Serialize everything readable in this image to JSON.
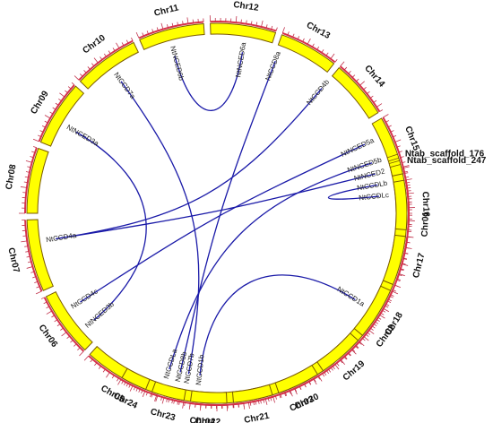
{
  "colors": {
    "ideogram_fill": "#ffff00",
    "ideogram_stroke": "#7a5a00",
    "tick": "#c0304a",
    "outer_ring": "#d8324a",
    "link": "#1a1aa8"
  },
  "chromosomes": [
    {
      "name": "Chr01",
      "start": 76,
      "end": 110
    },
    {
      "name": "Chr02",
      "start": 112,
      "end": 140
    },
    {
      "name": "Chr03",
      "start": 142,
      "end": 170
    },
    {
      "name": "Chr04",
      "start": 172,
      "end": 196
    },
    {
      "name": "Chr05",
      "start": 198,
      "end": 222
    },
    {
      "name": "Chr06",
      "start": 224,
      "end": 244
    },
    {
      "name": "Chr07",
      "start": 246,
      "end": 268
    },
    {
      "name": "Chr08",
      "start": 270,
      "end": 290
    },
    {
      "name": "Chr09",
      "start": 292,
      "end": 312
    },
    {
      "name": "Chr10",
      "start": 314,
      "end": 334
    },
    {
      "name": "Chr11",
      "start": 336,
      "end": 356
    },
    {
      "name": "Chr12",
      "start": 358,
      "end": 378
    },
    {
      "name": "Chr13",
      "start": 380,
      "end": 398
    },
    {
      "name": "Chr14",
      "start": 400,
      "end": 418
    },
    {
      "name": "Chr15",
      "start": 420,
      "end": 438
    },
    {
      "name": "Chr16",
      "start": 440,
      "end": 455
    },
    {
      "name": "Chr17",
      "start": 457,
      "end": 472
    },
    {
      "name": "Chr18",
      "start": 474,
      "end": 490
    },
    {
      "name": "Chr19",
      "start": 492,
      "end": 506
    },
    {
      "name": "Chr20",
      "start": 508,
      "end": 521
    },
    {
      "name": "Chr21",
      "start": 523,
      "end": 535
    },
    {
      "name": "Chr22",
      "start": 537,
      "end": 548
    },
    {
      "name": "Chr23",
      "start": 550,
      "end": 560
    },
    {
      "name": "Chr24",
      "start": 562,
      "end": 570
    }
  ],
  "scaffolds": [
    {
      "name": "Ntab_scaffold_176",
      "angle": 72.5
    },
    {
      "name": "Ntab_scaffold_247",
      "angle": 74.5
    }
  ],
  "genes": [
    {
      "name": "NtNCED6a",
      "angle": 9
    },
    {
      "name": "NtCCD8a",
      "angle": 21
    },
    {
      "name": "NtNCED6b",
      "angle": 345
    },
    {
      "name": "NtCCD7a",
      "angle": 324
    },
    {
      "name": "NtCCD4b",
      "angle": 40
    },
    {
      "name": "NtNCED3a",
      "angle": 300
    },
    {
      "name": "NtNCED5a",
      "angle": 65
    },
    {
      "name": "NtNCED5b",
      "angle": 72
    },
    {
      "name": "NtNCED2",
      "angle": 76
    },
    {
      "name": "NtCCDLb",
      "angle": 80
    },
    {
      "name": "NtCCDLc",
      "angle": 84
    },
    {
      "name": "NtCCD1a",
      "angle": 122
    },
    {
      "name": "NtCCD4a",
      "angle": 261
    },
    {
      "name": "NtCCD4c",
      "angle": 237
    },
    {
      "name": "NtNCED3b",
      "angle": 229
    },
    {
      "name": "NtCCDLa",
      "angle": 197
    },
    {
      "name": "NtCCD8b",
      "angle": 193
    },
    {
      "name": "NtCCD7b",
      "angle": 190
    },
    {
      "name": "NtCCD1b",
      "angle": 186
    }
  ],
  "links": [
    {
      "from": "NtNCED6a",
      "to": "NtNCED6b"
    },
    {
      "from": "NtCCD7a",
      "to": "NtCCD7b"
    },
    {
      "from": "NtNCED3a",
      "to": "NtNCED3b"
    },
    {
      "from": "NtCCD4b",
      "to": "NtCCD4a"
    },
    {
      "from": "NtNCED5a",
      "to": "NtCCD4c"
    },
    {
      "from": "NtCCD8a",
      "to": "NtCCD8b"
    },
    {
      "from": "NtNCED5b",
      "to": "NtCCDLa"
    },
    {
      "from": "NtNCED2",
      "to": "NtCCD4a"
    },
    {
      "from": "NtCCDLb",
      "to": "NtCCDLc"
    },
    {
      "from": "NtCCD1a",
      "to": "NtCCD1b"
    }
  ]
}
